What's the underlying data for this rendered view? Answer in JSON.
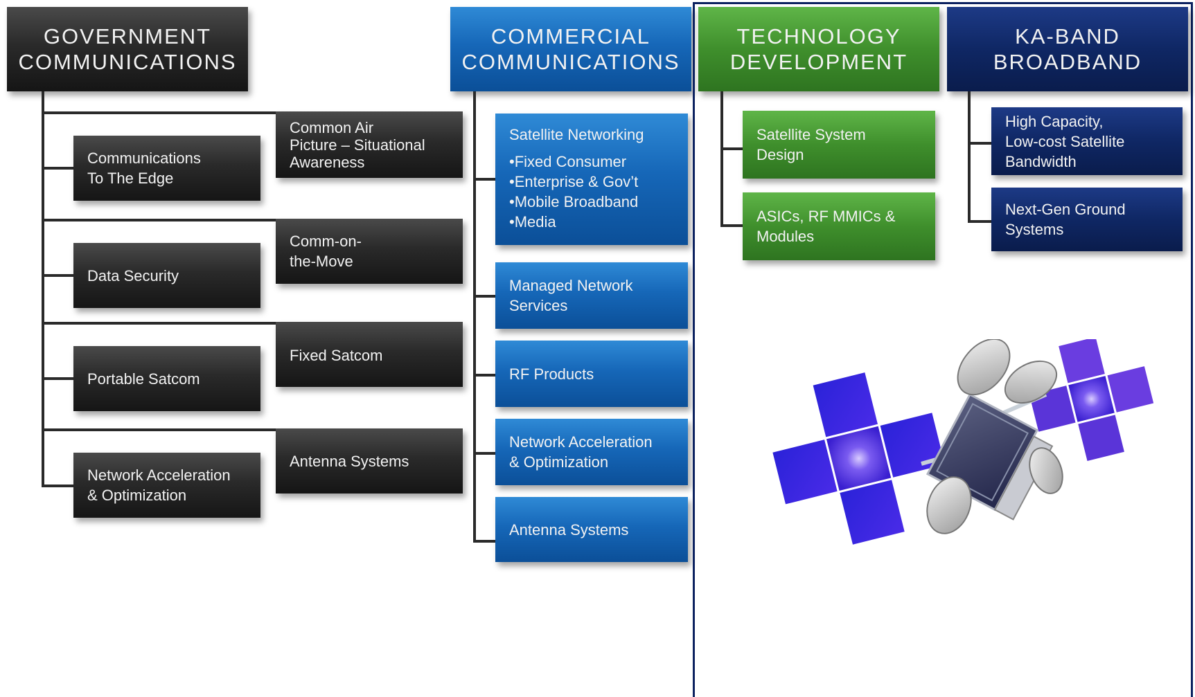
{
  "government": {
    "title_line1": "GOVERNMENT",
    "title_line2": "COMMUNICATIONS",
    "left_items": [
      {
        "line1": "Communications",
        "line2": "To The Edge"
      },
      {
        "line1": "Data Security",
        "line2": ""
      },
      {
        "line1": "Portable Satcom",
        "line2": ""
      },
      {
        "line1": "Network Acceleration",
        "line2": "& Optimization"
      }
    ],
    "right_items": [
      {
        "line1": "Common Air",
        "line2": "Picture – Situational",
        "line3": "Awareness"
      },
      {
        "line1": "Comm-on-",
        "line2": "the-Move",
        "line3": ""
      },
      {
        "line1": "Fixed Satcom",
        "line2": "",
        "line3": ""
      },
      {
        "line1": "Antenna Systems",
        "line2": "",
        "line3": ""
      }
    ]
  },
  "commercial": {
    "title_line1": "COMMERCIAL",
    "title_line2": "COMMUNICATIONS",
    "satellite_networking": {
      "title": "Satellite Networking",
      "bullets": [
        "Fixed Consumer",
        "Enterprise & Gov’t",
        "Mobile Broadband",
        "Media"
      ]
    },
    "items": [
      {
        "line1": "Managed Network",
        "line2": "Services"
      },
      {
        "line1": "RF Products",
        "line2": ""
      },
      {
        "line1": "Network Acceleration",
        "line2": "& Optimization"
      },
      {
        "line1": "Antenna Systems",
        "line2": ""
      }
    ]
  },
  "technology": {
    "title_line1": "TECHNOLOGY",
    "title_line2": "DEVELOPMENT",
    "items": [
      {
        "line1": "Satellite System",
        "line2": "Design"
      },
      {
        "line1": "ASICs, RF MMICs &",
        "line2": "Modules"
      }
    ]
  },
  "kaband": {
    "title_line1": "KA-BAND",
    "title_line2": "BROADBAND",
    "items": [
      {
        "line1": "High Capacity,",
        "line2": "Low-cost Satellite",
        "line3": "Bandwidth"
      },
      {
        "line1": "Next-Gen Ground",
        "line2": "Systems",
        "line3": ""
      }
    ]
  },
  "colors": {
    "government": "#2a2a2a",
    "commercial": "#1667b8",
    "technology": "#3f8f2c",
    "kaband": "#0f2764",
    "frame": "#0c2260"
  },
  "illustration": "satellite-icon"
}
